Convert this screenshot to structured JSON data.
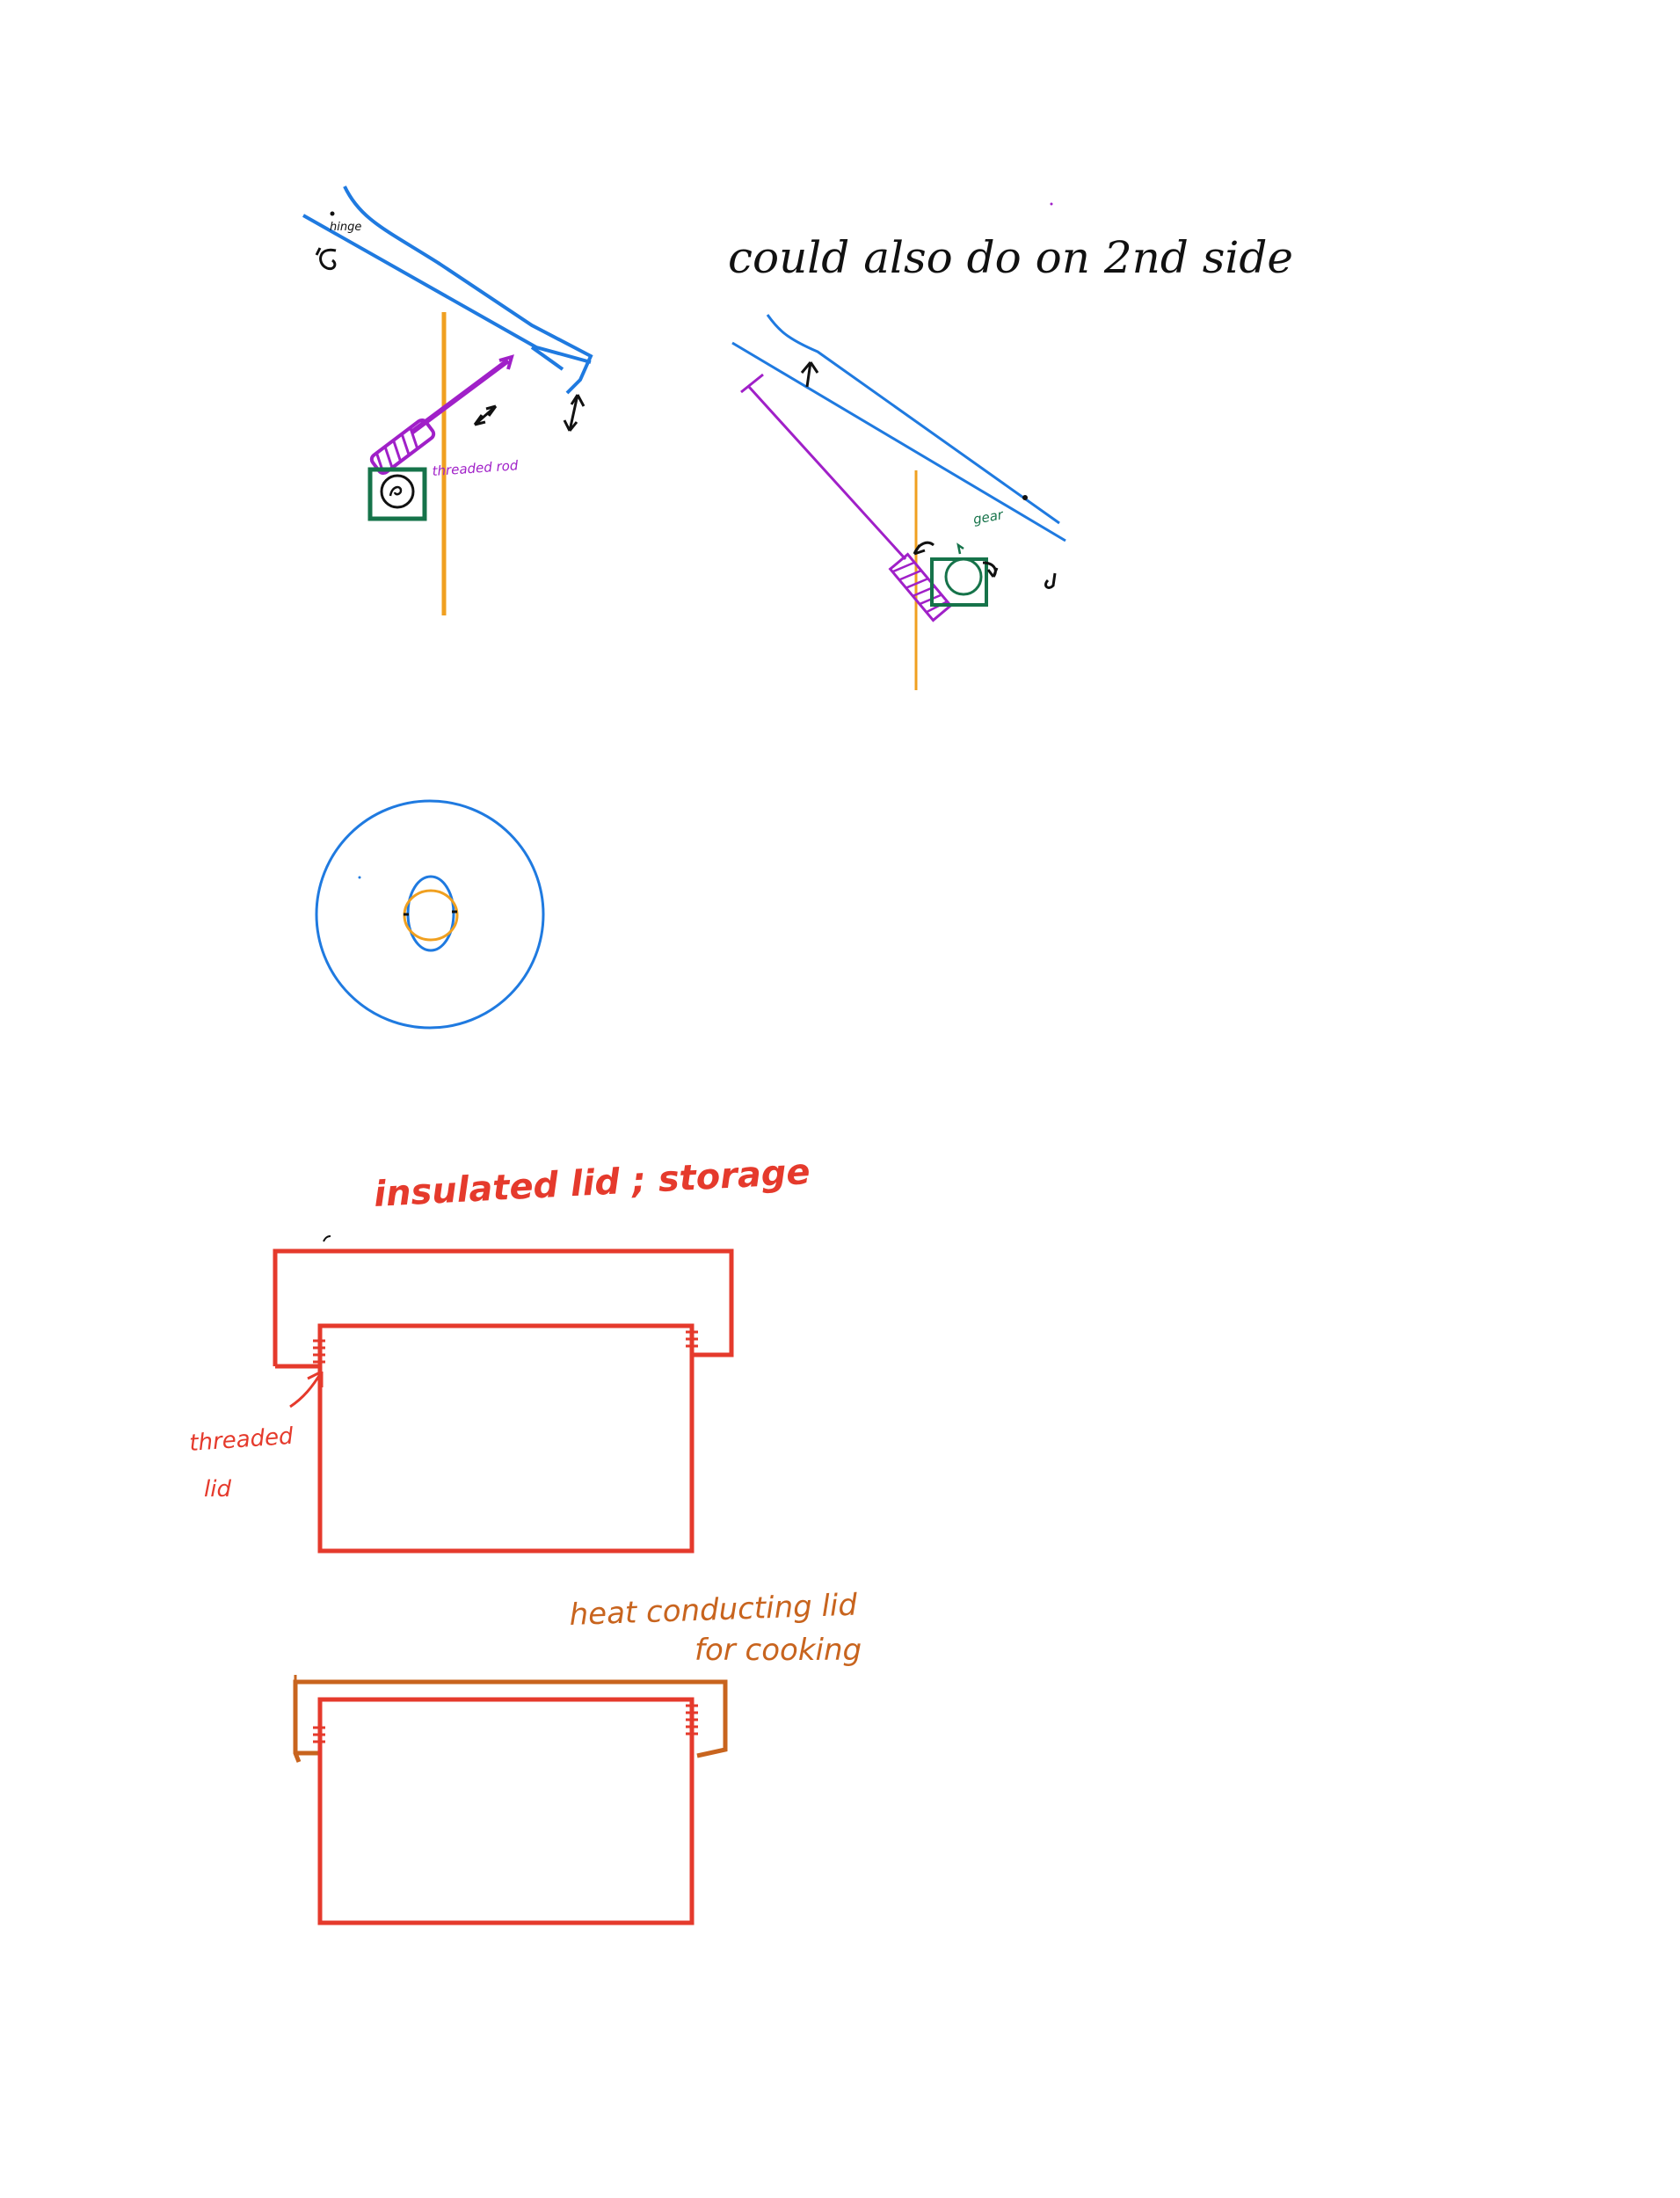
{
  "colors": {
    "blue": "#1f7ae0",
    "orange": "#f0a020",
    "purple": "#a020c8",
    "green": "#16734a",
    "red": "#e53a2c",
    "brown": "#c8641e",
    "black": "#111111"
  },
  "sketch1": {
    "hinge_label": "hinge",
    "rod_label": "threaded rod"
  },
  "sketch2": {
    "note": "could also do on 2nd side",
    "gear_label": "gear"
  },
  "lid_storage": {
    "title": "insulated lid ; storage",
    "threaded_label_line1": "threaded",
    "threaded_label_line2": "lid"
  },
  "lid_cooking": {
    "title_line1": "heat conducting lid",
    "title_line2": "for cooking"
  }
}
